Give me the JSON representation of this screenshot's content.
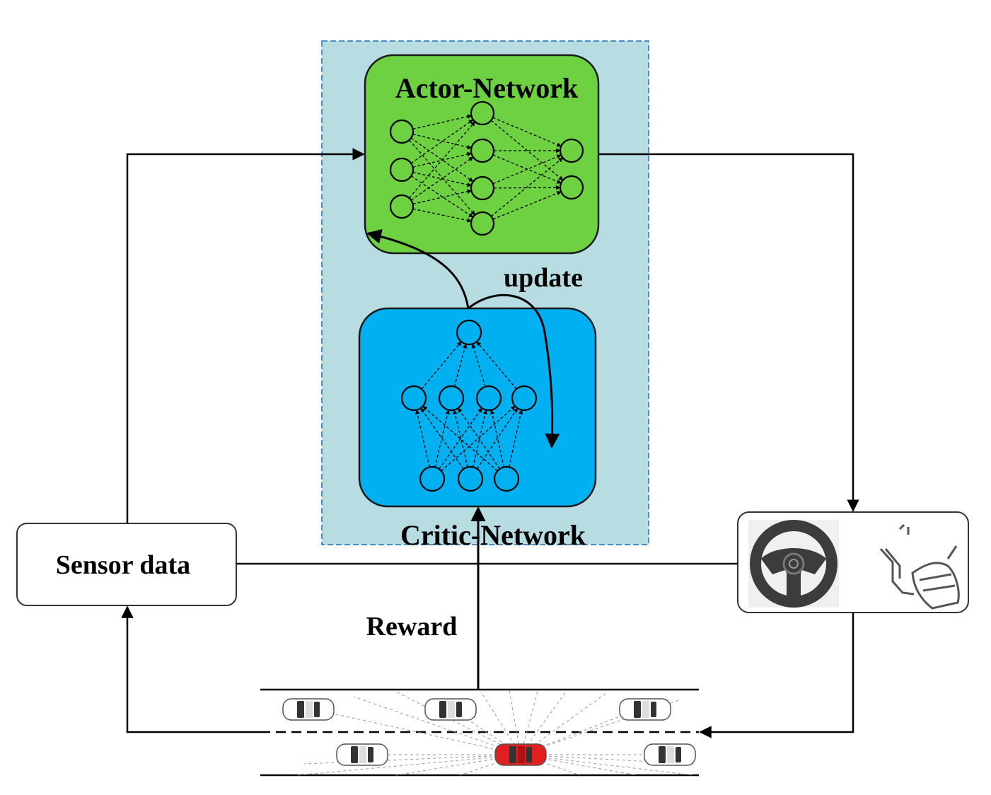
{
  "labels": {
    "actor": "Actor-Network",
    "critic": "Critic-Network",
    "update": "update",
    "sensor": "Sensor data",
    "reward": "Reward"
  },
  "colors": {
    "actor_fill": "#6ed142",
    "critic_fill": "#00b0f0",
    "container_fill": "#b7dde3",
    "container_border": "#4a8fc7",
    "ego_car": "#e02020",
    "other_car": "#ffffff"
  },
  "icons": {
    "steering": "steering-wheel-icon",
    "pedal": "foot-pedal-icon",
    "car": "car-icon"
  }
}
